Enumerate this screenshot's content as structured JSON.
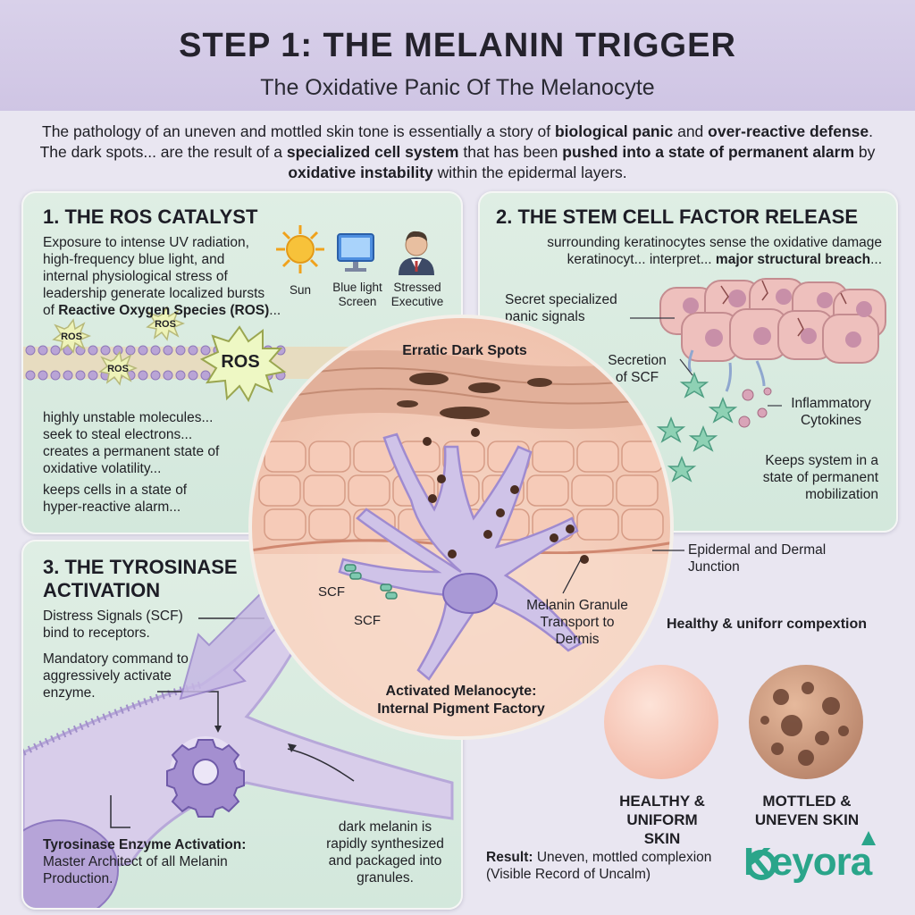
{
  "header": {
    "title": "STEP 1: THE MELANIN TRIGGER",
    "subtitle": "The Oxidative Panic Of The Melanocyte"
  },
  "intro": {
    "t1": "The pathology of an uneven and mottled skin tone is essentially a story of ",
    "b1": "biological panic",
    "t2": " and ",
    "b2": "over-reactive defense",
    "t3": ". The dark spots... are the result of a ",
    "b3": "specialized cell system",
    "t4": " that has been ",
    "b4": "pushed into a state of permanent alarm",
    "t5": " by ",
    "b5": "oxidative instability",
    "t6": " within the epidermal layers."
  },
  "panel1": {
    "title": "1. THE ROS CATALYST",
    "desc_lines": [
      "Exposure to intense UV radiation,",
      "high-frequency blue light, and",
      "internal physiological stress of",
      "leadership generate localized bursts"
    ],
    "desc_last_pre": "of ",
    "desc_last_bold": "Reactive Oxygen Species (ROS)",
    "desc_last_post": "...",
    "sources": [
      {
        "icon": "sun-icon",
        "label": "Sun"
      },
      {
        "icon": "screen-icon",
        "label": "Blue light Screen"
      },
      {
        "icon": "executive-icon",
        "label": "Stressed Executive"
      }
    ],
    "ros_label": "ROS",
    "effects": [
      "highly unstable molecules...",
      "seek to steal electrons...",
      "creates a permanent state of",
      "oxidative volatility...",
      "keeps cells in a state of",
      "hyper-reactive alarm..."
    ]
  },
  "panel2": {
    "title": "2. THE STEM CELL FACTOR RELEASE",
    "line1": "surrounding keratinocytes sense the oxidative damage",
    "line2_pre": "keratinocyt... interpret... ",
    "line2_bold": "major structural breach",
    "line2_post": "...",
    "secret": "Secret specialized panic signals",
    "secretion": "Secretion of SCF",
    "cytokines": "Inflammatory Cytokines",
    "keeps": "Keeps system in a state of permanent mobilization"
  },
  "center": {
    "dark_spots": "Erratic Dark Spots",
    "scf_a": "SCF",
    "scf_b": "SCF",
    "granule": "Melanin Granule Transport to Dermis",
    "melanocyte": "Activated Melanocyte: Internal Pigment Factory",
    "junction": "Epidermal and Dermal Junction"
  },
  "panel3": {
    "title": "3. THE TYROSINASE ACTIVATION",
    "distress": "Distress Signals (SCF) bind to receptors.",
    "mandatory": "Mandatory command to aggressively activate enzyme.",
    "enzyme_bold": "Tyrosinase Enzyme Activation:",
    "enzyme_rest": " Master Architect of all Melanin Production.",
    "dark_melanin": "dark melanin is rapidly synthesized and packaged into granules."
  },
  "comparison": {
    "heading": "Healthy & uniforr compextion",
    "healthy": "HEALTHY & UNIFORM SKIN",
    "mottled": "MOTTLED & UNEVEN SKIN",
    "result_bold": "Result:",
    "result_rest": " Uneven, mottled complexion (Visible Record of Uncalm)"
  },
  "brand": {
    "logo": "Keyora"
  },
  "colors": {
    "header_bg": "#d2c8e6",
    "panel_bg": "#d8ebe0",
    "melanocyte": "#c9bde3",
    "skin": "#f0c7b3",
    "melanin": "#5a3a2a",
    "scf": "#7ec9b0",
    "brand": "#2aa58a"
  }
}
